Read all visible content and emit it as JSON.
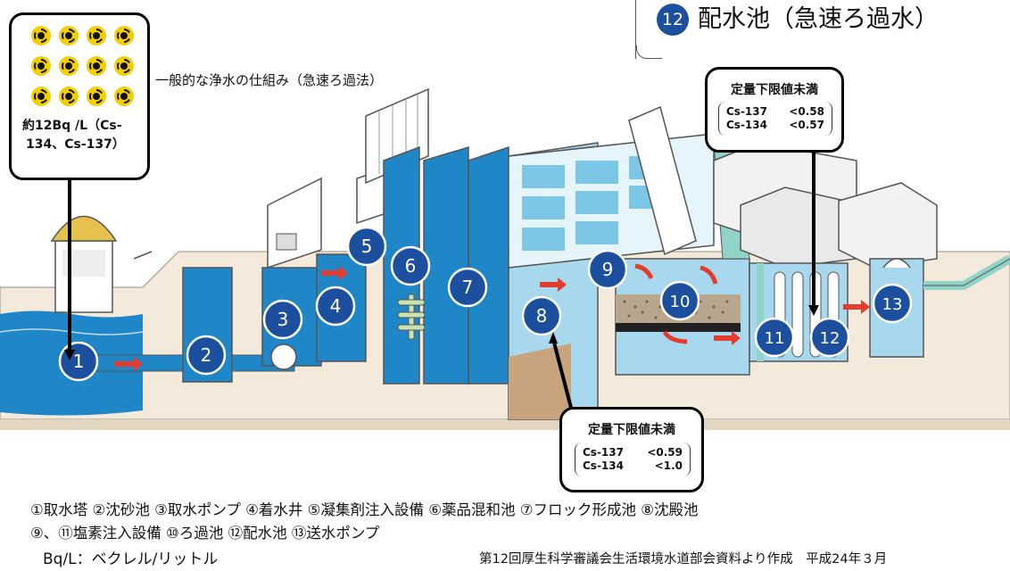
{
  "title": {
    "number": "12",
    "text": "配水池（急速ろ過水）"
  },
  "caption": "一般的な浄水の仕組み（急速ろ過法）",
  "callouts": {
    "intake": {
      "line1": "約12Bq /L（Cs-",
      "line2": "134、Cs-137）"
    },
    "distribution": {
      "heading": "定量下限値未満",
      "rows": [
        {
          "isotope": "Cs-137",
          "value": "<0.58"
        },
        {
          "isotope": "Cs-134",
          "value": "<0.57"
        }
      ]
    },
    "sedimentation": {
      "heading": "定量下限値未満",
      "rows": [
        {
          "isotope": "Cs-137",
          "value": "<0.59"
        },
        {
          "isotope": "Cs-134",
          "value": "<1.0"
        }
      ]
    }
  },
  "stations": [
    "1",
    "2",
    "3",
    "4",
    "5",
    "6",
    "7",
    "8",
    "9",
    "10",
    "11",
    "12",
    "13"
  ],
  "legend": {
    "line1": "①取水塔 ②沈砂池 ③取水ポンプ ④着水井 ⑤凝集剤注入設備 ⑥薬品混和池 ⑦フロック形成池 ⑧沈殿池",
    "line2": "⑨、⑪塩素注入設備 ⑩ろ過池 ⑫配水池 ⑬送水ポンプ",
    "line3": "Bq/L：ベクレル/リットル"
  },
  "source": "第12回厚生科学審議会生活環境水道部会資料より作成　平成24年３月",
  "colors": {
    "water": "#1f86c8",
    "water_light": "#a7d8ee",
    "badge": "#1d4f9f",
    "arrow": "#e53b2c",
    "ground": "#f4eadb",
    "outline": "#555555"
  }
}
